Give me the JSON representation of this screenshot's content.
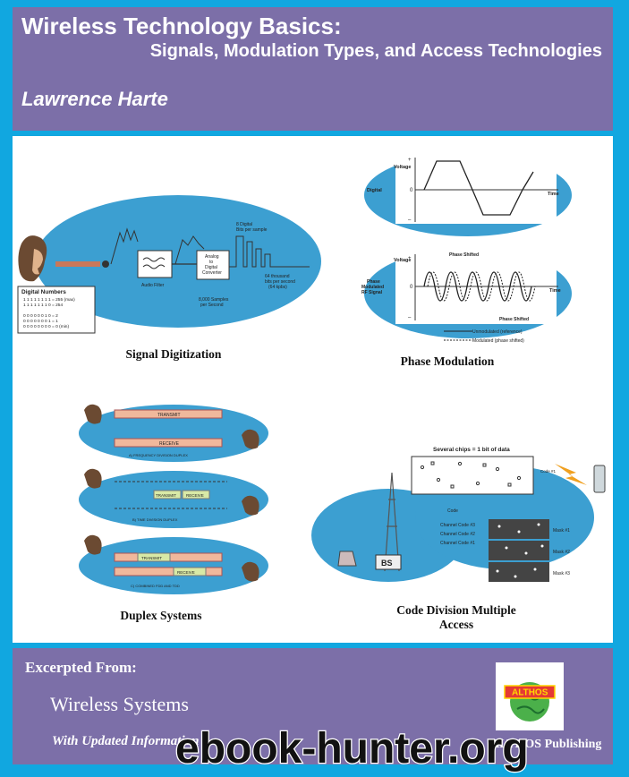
{
  "cover": {
    "title": "Wireless Technology Basics:",
    "subtitle": "Signals, Modulation Types, and Access Technologies",
    "author": "Lawrence Harte"
  },
  "figures": {
    "signal_digitization": {
      "caption": "Signal Digitization",
      "audio_filter": "Audio Filter",
      "converter": [
        "Analog",
        "to",
        "Digital",
        "Converter"
      ],
      "samples": [
        "8,000 Samples",
        "per Second"
      ],
      "bits": [
        "8 Digital",
        "Bits per sample"
      ],
      "rate": [
        "64 thousand",
        "bits per second",
        "(64 kpbs)"
      ],
      "digital_numbers_title": "Digital Numbers",
      "digital_numbers": [
        "1 1 1 1 1 1 1 1  = 255 (max)",
        "1 1 1 1 1 1 1 0  = 254",
        "0 0 0 0 0 0 1 0  = 2",
        "0 0 0 0 0 0 0 1  = 1",
        "0 0 0 0 0 0 0 0  = 0 (min)"
      ]
    },
    "phase_modulation": {
      "caption": "Phase Modulation",
      "voltage": "Voltage",
      "time": "Time",
      "digital": "Digital",
      "plus": "+",
      "zero": "0",
      "minus": "–",
      "phase_shifted": "Phase Shifted",
      "rf_label": [
        "Phase",
        "Modulated",
        "RF Signal"
      ],
      "legend": [
        "Unmodulated (reference)",
        "Modulated (phase shifted)"
      ]
    },
    "duplex_systems": {
      "caption": "Duplex Systems",
      "transmit": "TRANSMIT",
      "receive": "RECEIVE",
      "fdd": "A) FREQUENCY DIVISION DUPLEX",
      "tdd": "B) TIME DIVISION DUPLEX",
      "combined": "C) COMBINED FDD AND TDD"
    },
    "cdma": {
      "caption_line1": "Code Division Multiple",
      "caption_line2": "Access",
      "chips": "Several chips = 1 bit of data",
      "code_label": "Code",
      "codes": [
        "Channel Code #3",
        "Channel Code #2",
        "Channel Code #1"
      ],
      "bs": "BS",
      "masks": [
        "Mask #1",
        "Mask #2",
        "Mask #3"
      ],
      "code_suffix": "Code #1"
    }
  },
  "footer": {
    "excerpted": "Excerpted From:",
    "book": "Wireless Systems",
    "updated": "With Updated Information",
    "logo": "ALTHOS",
    "publisher": "ALTHOS Publishing"
  },
  "watermark": {
    "text": "ebook-hunter.org"
  },
  "colors": {
    "background": "#11a7e0",
    "header": "#7c6fa8",
    "ellipse": "#3c9fd1"
  }
}
